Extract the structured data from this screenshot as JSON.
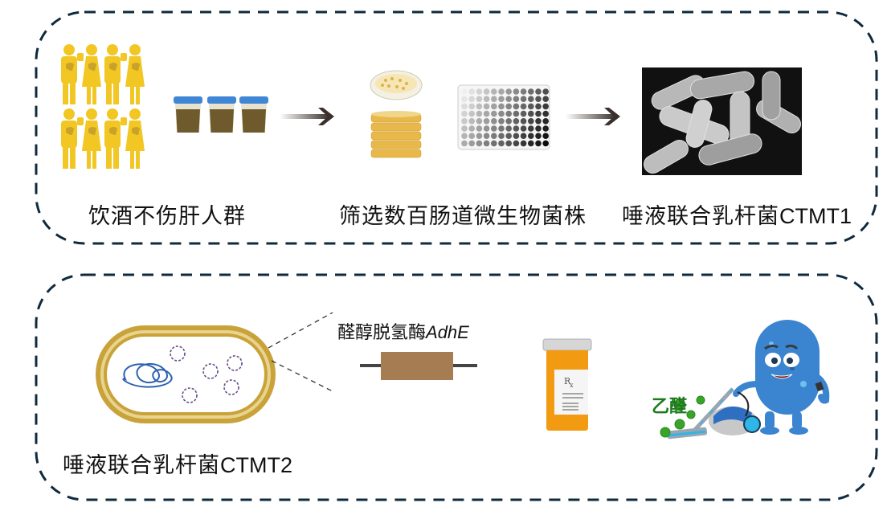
{
  "colors": {
    "border": "#0f2a3d",
    "person": "#f2c623",
    "liver": "#c9a22a",
    "cap_blue": "#3f86d6",
    "sample_brown": "#6e5a2c",
    "capsule_gold": "#c9a23a",
    "gene_brown": "#a67c52",
    "text_green": "#1e7a1e",
    "mascot_blue": "#3b84d0",
    "bottle_orange": "#f29a12"
  },
  "panel_top": {
    "step1": {
      "label": "饮酒不伤肝人群",
      "icons": [
        "people-drinking-icon",
        "sample-cup-icon"
      ]
    },
    "step2": {
      "label": "筛选数百肠道微生物菌株",
      "icons": [
        "petri-dish-icon",
        "well-plate-icon"
      ]
    },
    "step3": {
      "label_cn": "唾液联合乳杆菌",
      "label_strain": "CTMT1",
      "icons": [
        "bacteria-micrograph-icon"
      ]
    }
  },
  "panel_bottom": {
    "cell": {
      "label_cn": "唾液联合乳杆菌",
      "label_strain": "CTMT2"
    },
    "gene": {
      "label_cn": "醛醇脱氢酶",
      "label_gene": "AdhE"
    },
    "bottle": {
      "rx_text": "R",
      "rx_sub": "x"
    },
    "mascot": {
      "label": "乙醛"
    }
  }
}
